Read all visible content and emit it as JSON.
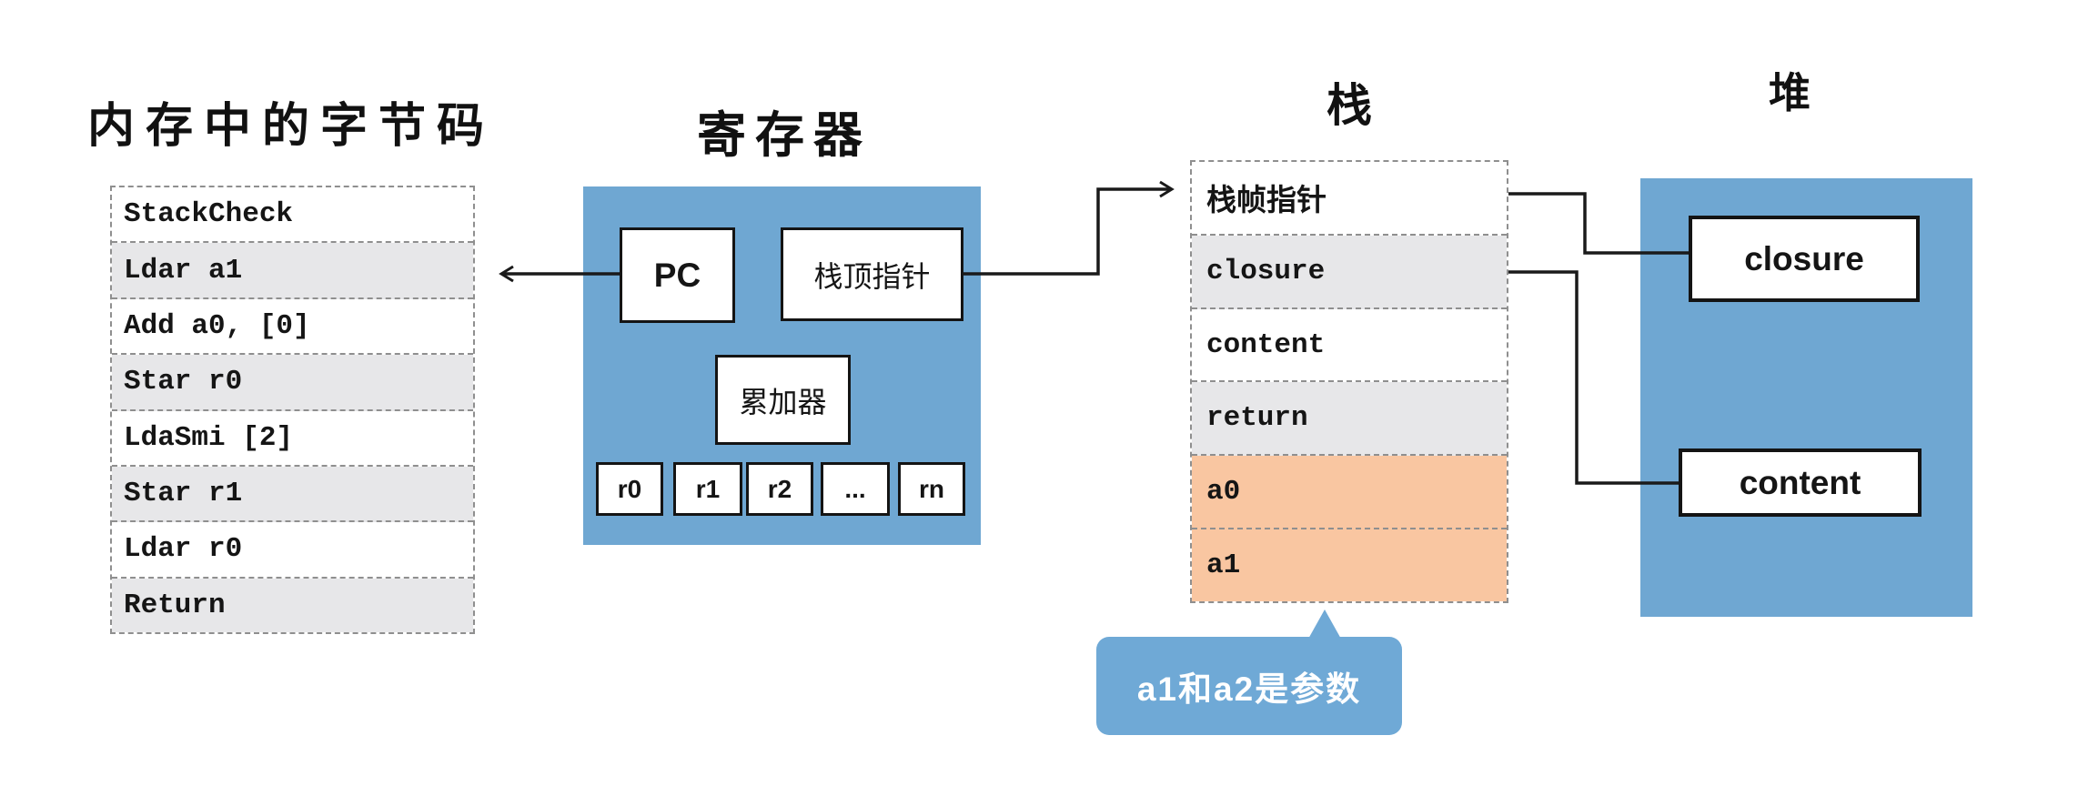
{
  "titles": {
    "bytecode": "内存中的字节码",
    "registers": "寄存器",
    "stack": "栈",
    "heap": "堆"
  },
  "bytecode": {
    "rows": [
      "StackCheck",
      "Ldar a1",
      "Add a0, [0]",
      "Star r0",
      "LdaSmi [2]",
      "Star r1",
      "Ldar r0",
      "Return"
    ]
  },
  "registers": {
    "pc_label": "PC",
    "stack_top_pointer_label": "栈顶指针",
    "accumulator_label": "累加器",
    "general_registers": [
      "r0",
      "r1",
      "r2",
      "...",
      "rn"
    ]
  },
  "stack": {
    "rows": [
      "栈帧指针",
      "closure",
      "content",
      "return",
      "a0",
      "a1"
    ]
  },
  "heap": {
    "closure_label": "closure",
    "content_label": "content"
  },
  "callout": {
    "text": "a1和a2是参数"
  },
  "colors": {
    "panel_blue": "#6fa7d2",
    "callout_blue": "#6fa9d6",
    "row_gray": "#e7e7e9",
    "row_orange": "#f9c6a1",
    "wire_black": "#1a1a1a"
  }
}
